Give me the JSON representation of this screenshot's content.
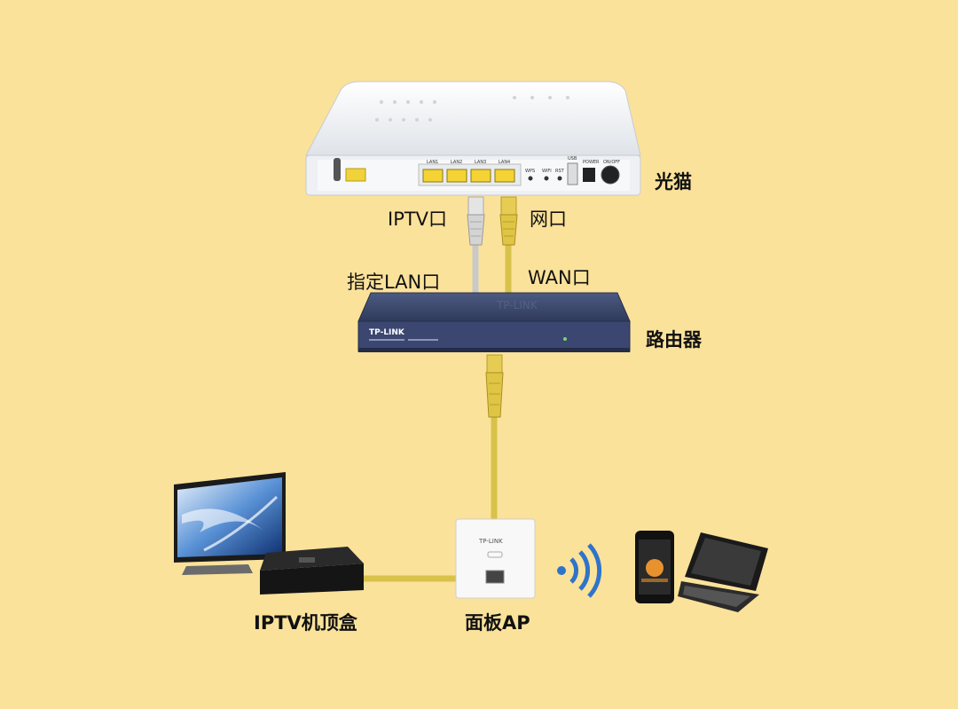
{
  "labels": {
    "modem": "光猫",
    "iptv_port": "IPTV口",
    "net_port": "网口",
    "designated_lan": "指定LAN口",
    "wan_port": "WAN口",
    "router": "路由器",
    "stb": "IPTV机顶盒",
    "panel_ap": "面板AP"
  },
  "device_text": {
    "modem_ports": [
      "LAN1",
      "LAN2",
      "LAN3",
      "LAN4"
    ],
    "modem_wps": "WPS",
    "modem_wifi": "WIFI",
    "modem_rst": "RST",
    "modem_usb": "USB",
    "modem_power": "POWER",
    "modem_onoff": "ON/OFF",
    "router_brand": "TP-LINK",
    "ap_brand": "TP-LINK"
  },
  "colors": {
    "background": "#fbe29a",
    "cable_yellow": "#d8c24a",
    "cable_gray": "#c9c9c9",
    "router_body": "#3d4a6e",
    "wifi_blue": "#2f74c8"
  }
}
